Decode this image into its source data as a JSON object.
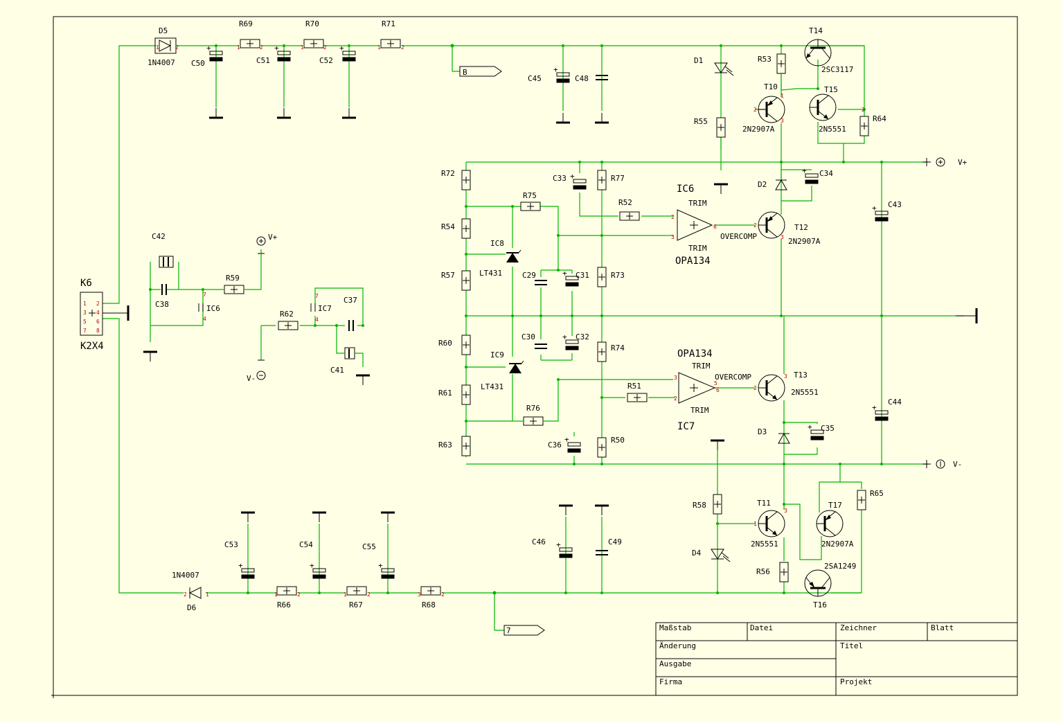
{
  "schematic": {
    "labels": {
      "D5": "D5",
      "D5v": "1N4007",
      "D6": "D6",
      "D6v": "1N4007",
      "R69": "R69",
      "R70": "R70",
      "R71": "R71",
      "C50": "C50",
      "C51": "C51",
      "C52": "C52",
      "C45": "C45",
      "C48": "C48",
      "C46": "C46",
      "C49": "C49",
      "C53": "C53",
      "C54": "C54",
      "C55": "C55",
      "R66": "R66",
      "R67": "R67",
      "R68": "R68",
      "D1": "D1",
      "D2": "D2",
      "D3": "D3",
      "D4": "D4",
      "R53": "R53",
      "R55": "R55",
      "R64": "R64",
      "R56": "R56",
      "R58": "R58",
      "R65": "R65",
      "T10": "T10",
      "T10v": "2N2907A",
      "T14": "T14",
      "T14v": "2SC3117",
      "T15": "T15",
      "T15v": "2N5551",
      "T12": "T12",
      "T12v": "2N2907A",
      "T13": "T13",
      "T13v": "2N5551",
      "T11": "T11",
      "T11v": "2N5551",
      "T17": "T17",
      "T17v": "2N2907A",
      "T16": "T16",
      "T16v": "2SA1249",
      "C34": "C34",
      "C35": "C35",
      "C43": "C43",
      "C44": "C44",
      "R72": "R72",
      "R54": "R54",
      "R57": "R57",
      "R60": "R60",
      "R61": "R61",
      "R63": "R63",
      "R75": "R75",
      "R76": "R76",
      "R77": "R77",
      "R73": "R73",
      "R74": "R74",
      "R50": "R50",
      "R52": "R52",
      "R51": "R51",
      "C33": "C33",
      "C29": "C29",
      "C31": "C31",
      "C30": "C30",
      "C32": "C32",
      "C36": "C36",
      "IC8": "IC8",
      "IC8v": "LT431",
      "IC9": "IC9",
      "IC9v": "LT431",
      "IC6": "IC6",
      "IC6v": "OPA134",
      "IC7": "IC7",
      "IC7v": "OPA134",
      "K6": "K6",
      "K6v": "K2X4",
      "C42": "C42",
      "C38": "C38",
      "R59": "R59",
      "IC6p": "IC6",
      "IC7p": "IC7",
      "R62": "R62",
      "C37": "C37",
      "C41": "C41",
      "Vplus": "V+",
      "Vminus": "V-",
      "Vplus2": "V+",
      "Vminus2": "V-",
      "TRIM": "TRIM",
      "OVERCOMP": "OVERCOMP",
      "portB": "B",
      "port7": "7"
    },
    "title_block": {
      "massstab": "Maßstab",
      "datei": "Datei",
      "zeichner": "Zeichner",
      "blatt": "Blatt",
      "aenderung": "Änderung",
      "titel": "Titel",
      "ausgabe": "Ausgabe",
      "firma": "Firma",
      "projekt": "Projekt"
    }
  }
}
